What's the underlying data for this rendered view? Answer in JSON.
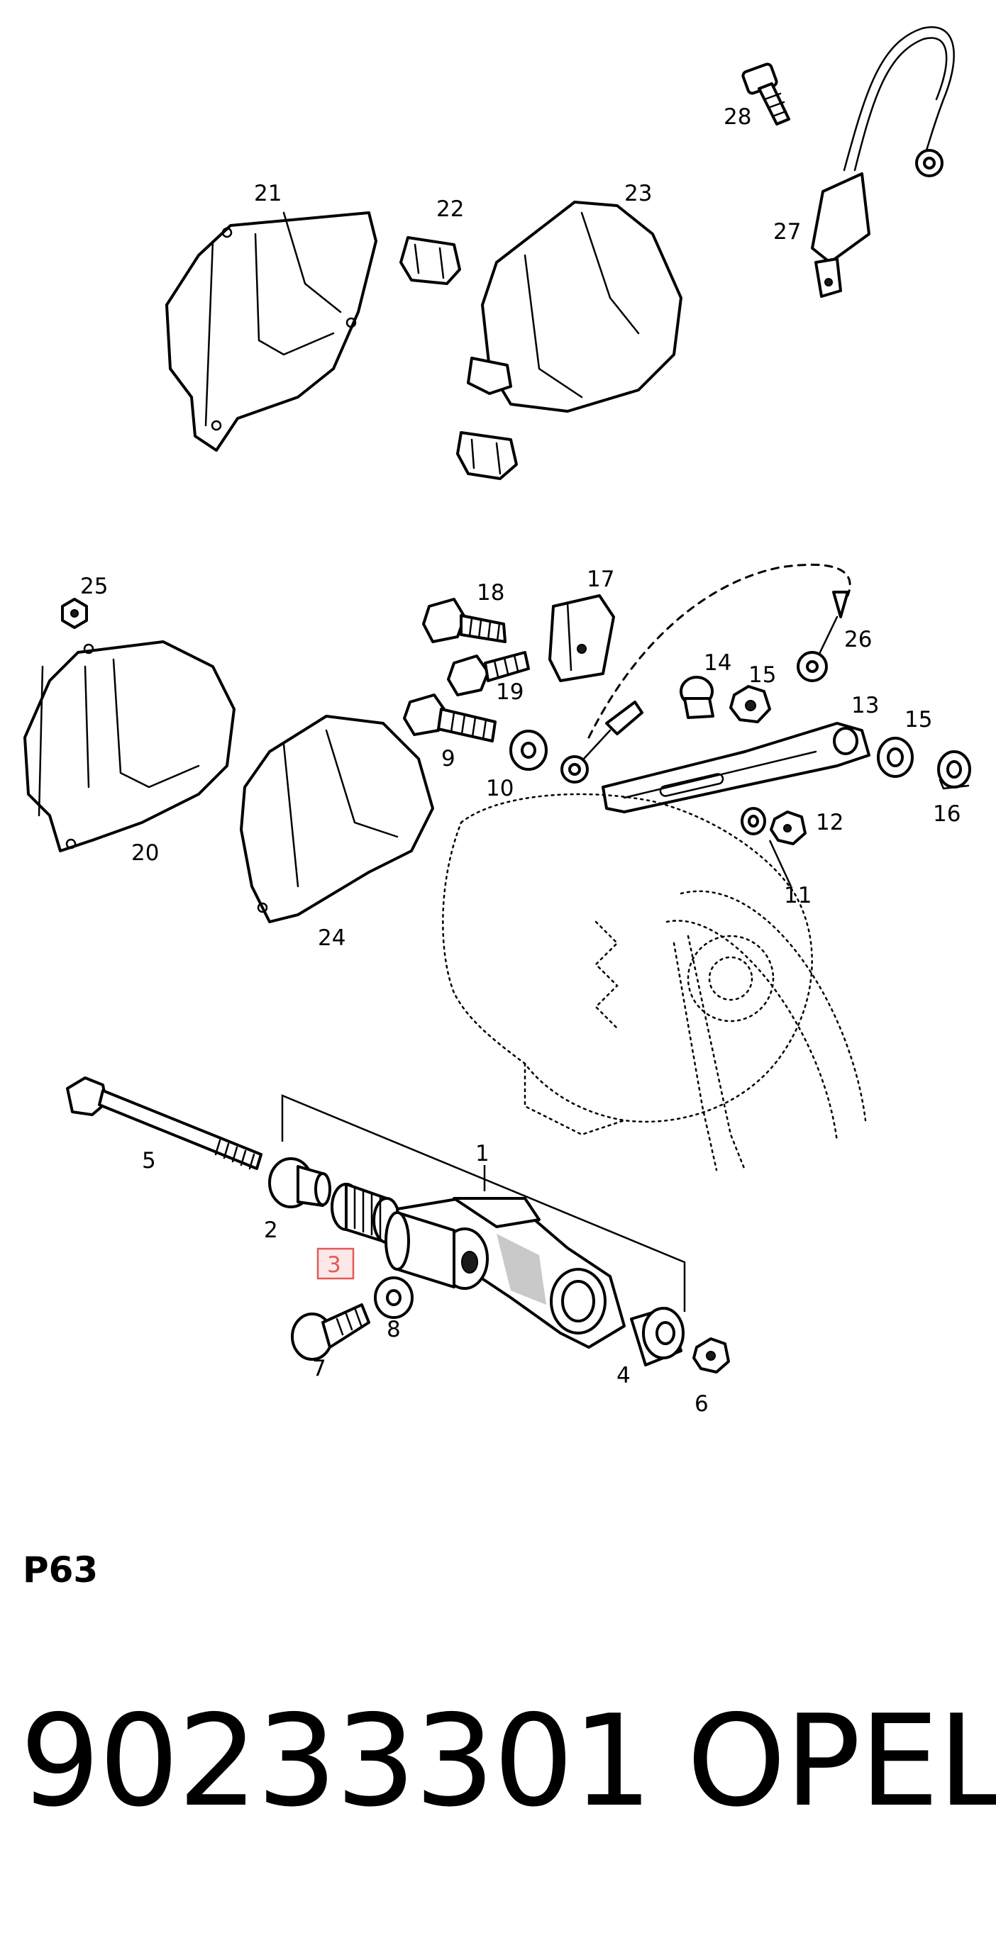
{
  "diagram": {
    "code": "P63",
    "callouts": {
      "c1": "1",
      "c2": "2",
      "c3": "3",
      "c4": "4",
      "c5": "5",
      "c6": "6",
      "c7": "7",
      "c8": "8",
      "c9": "9",
      "c10": "10",
      "c11": "11",
      "c12": "12",
      "c13": "13",
      "c14": "14",
      "c15a": "15",
      "c15b": "15",
      "c16": "16",
      "c17": "17",
      "c18": "18",
      "c19": "19",
      "c20": "20",
      "c21": "21",
      "c22": "22",
      "c23": "23",
      "c24": "24",
      "c25": "25",
      "c26": "26",
      "c27": "27",
      "c28": "28"
    },
    "highlighted_callout": "3",
    "highlight_color": "#e05a5a"
  },
  "footer": {
    "part_number": "90233301",
    "manufacturer": "OPEL"
  }
}
